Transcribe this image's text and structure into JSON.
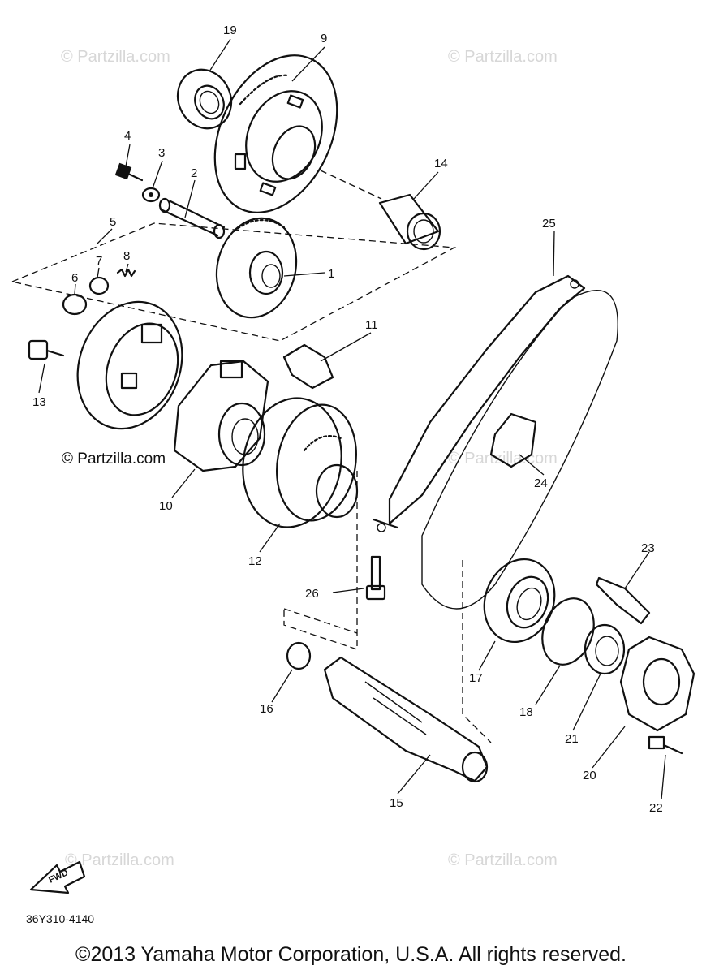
{
  "watermarks": {
    "top_left": "© Partzilla.com",
    "top_right": "© Partzilla.com",
    "middle_left": "© Partzilla.com",
    "middle_right": "© Partzilla.com",
    "bottom_left": "© Partzilla.com",
    "bottom_right": "© Partzilla.com"
  },
  "callouts": {
    "p1": "1",
    "p2": "2",
    "p3": "3",
    "p4": "4",
    "p5": "5",
    "p6": "6",
    "p7": "7",
    "p8": "8",
    "p9": "9",
    "p10": "10",
    "p11": "11",
    "p12": "12",
    "p13": "13",
    "p14": "14",
    "p15": "15",
    "p16": "16",
    "p17": "17",
    "p18": "18",
    "p19": "19",
    "p20": "20",
    "p21": "21",
    "p22": "22",
    "p23": "23",
    "p24": "24",
    "p25": "25",
    "p26": "26"
  },
  "fwd_label": "FWD",
  "part_code": "36Y310-4140",
  "copyright": "©2013 Yamaha Motor Corporation, U.S.A. All rights reserved."
}
